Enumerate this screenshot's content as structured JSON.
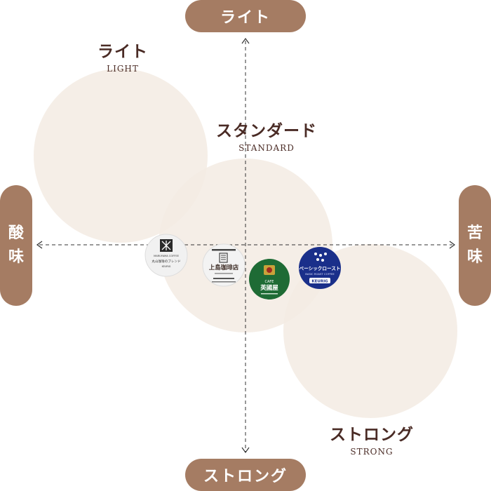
{
  "axes": {
    "top": "ライト",
    "bottom": "ストロング",
    "left": [
      "酸",
      "味"
    ],
    "right": [
      "苦",
      "味"
    ]
  },
  "zones": {
    "light": {
      "jp": "ライト",
      "en": "LIGHT"
    },
    "standard": {
      "jp": "スタンダード",
      "en": "STANDARD"
    },
    "strong": {
      "jp": "ストロング",
      "en": "STRONG"
    }
  },
  "products": {
    "maruyama": {
      "logo": "MARUYAMA COFFEE",
      "sub": "丸山珈琲のブレンド",
      "brand": "KEURIG"
    },
    "ueshima": {
      "logo": "上島珈琲店"
    },
    "eikokuya": {
      "small": "CAFE",
      "name": "英國屋"
    },
    "basic": {
      "title": "ベーシックロースト",
      "sub": "BASIC ROAST COFFEE",
      "brand": "KEURIG"
    }
  },
  "colors": {
    "accent": "#a57c63",
    "zone_fill": "#f3ebe3",
    "label_text": "#4a2b25",
    "eikokuya_green": "#1e6b35",
    "basic_navy": "#1a2f8a"
  }
}
